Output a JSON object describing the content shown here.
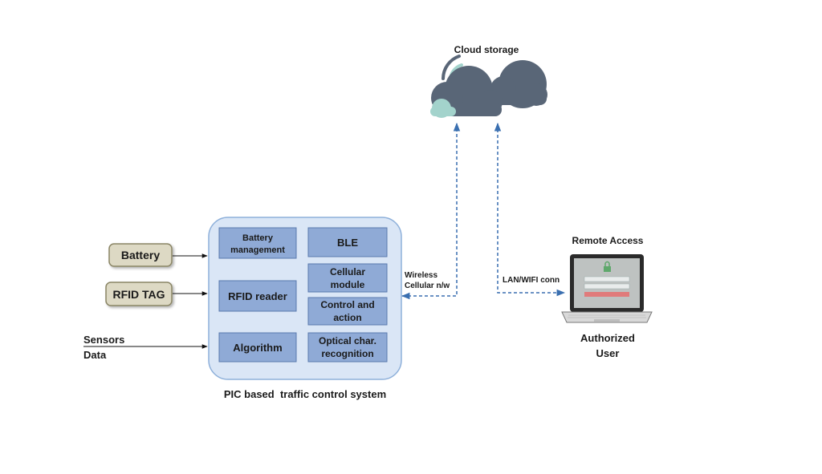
{
  "inputs": {
    "battery": "Battery",
    "rfid_tag": "RFID TAG",
    "sensors_line1": "Sensors",
    "sensors_line2": "Data"
  },
  "system": {
    "caption": "PIC based  traffic control system",
    "modules": {
      "battery_mgmt_line1": "Battery",
      "battery_mgmt_line2": "management",
      "ble": "BLE",
      "cellular_line1": "Cellular",
      "cellular_line2": "module",
      "rfid_reader": "RFID reader",
      "control_line1": "Control and",
      "control_line2": "action",
      "algorithm": "Algorithm",
      "ocr_line1": "Optical char.",
      "ocr_line2": "recognition"
    }
  },
  "connections": {
    "wireless_line1": "Wireless",
    "wireless_line2": "Cellular n/w",
    "lan_wifi": "LAN/WIFI conn"
  },
  "cloud": {
    "label": "Cloud storage"
  },
  "remote": {
    "title": "Remote Access",
    "user_line1": "Authorized",
    "user_line2": "User"
  },
  "icons": {
    "cloud": "cloud-icon",
    "wifi_signal": "wifi-signal-icon",
    "laptop": "laptop-icon",
    "lock": "lock-icon"
  },
  "colors": {
    "system_box": "#dae6f6",
    "module_box": "#8faad6",
    "input_box": "#ddd9c4",
    "cloud_dark": "#596677",
    "cloud_teal": "#a3d3cc",
    "link": "#3a6fb0"
  }
}
